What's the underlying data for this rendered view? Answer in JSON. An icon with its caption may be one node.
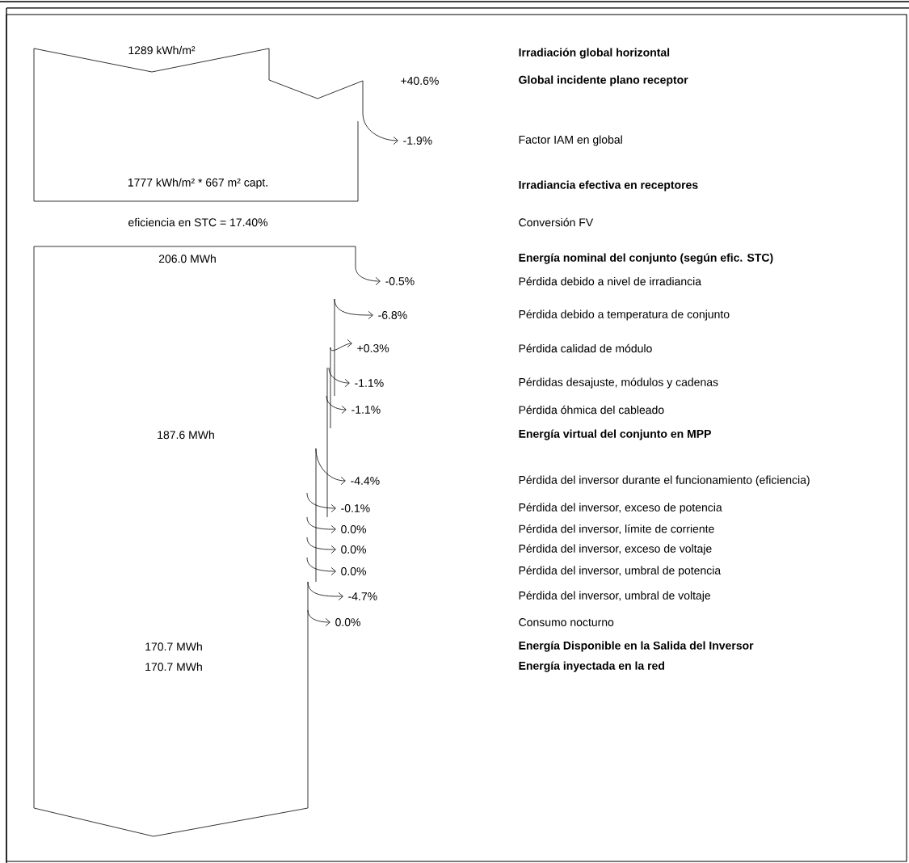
{
  "diagram": {
    "labels": [
      "1289 kWh/m²",
      "Irradiación global horizontal",
      "+40.6%",
      "Global incidente plano receptor",
      "-1.9%",
      "Factor IAM en global",
      "1777 kWh/m² * 667 m² capt.",
      "Irradiancia efectiva en receptores",
      "eficiencia en STC = 17.40%",
      "Conversión FV",
      "206.0 MWh",
      "Energía nominal del conjunto (según efic. STC)",
      "-0.5%",
      "Pérdida debido a nivel de irradiancia",
      "-6.8%",
      "Pérdida debido a temperatura de conjunto",
      "+0.3%",
      "Pérdida calidad de módulo",
      "-1.1%",
      "Pérdidas desajuste, módulos y cadenas",
      "-1.1%",
      "Pérdida óhmica del cableado",
      "187.6 MWh",
      "Energía virtual del conjunto en MPP",
      "-4.4%",
      "Pérdida del inversor durante el funcionamiento (eficiencia)",
      "-0.1%",
      "Pérdida del inversor, exceso de potencia",
      "0.0%",
      "Pérdida del inversor, límite de corriente",
      "0.0%",
      "Pérdida del inversor, exceso de voltaje",
      "0.0%",
      "Pérdida del inversor, umbral de potencia",
      "-4.7%",
      "Pérdida del inversor, umbral de voltaje",
      "0.0%",
      "Consumo nocturno",
      "170.7 MWh",
      "Energía Disponible en la Salida del Inversor",
      "170.7 MWh",
      "Energía inyectada en la red"
    ]
  }
}
